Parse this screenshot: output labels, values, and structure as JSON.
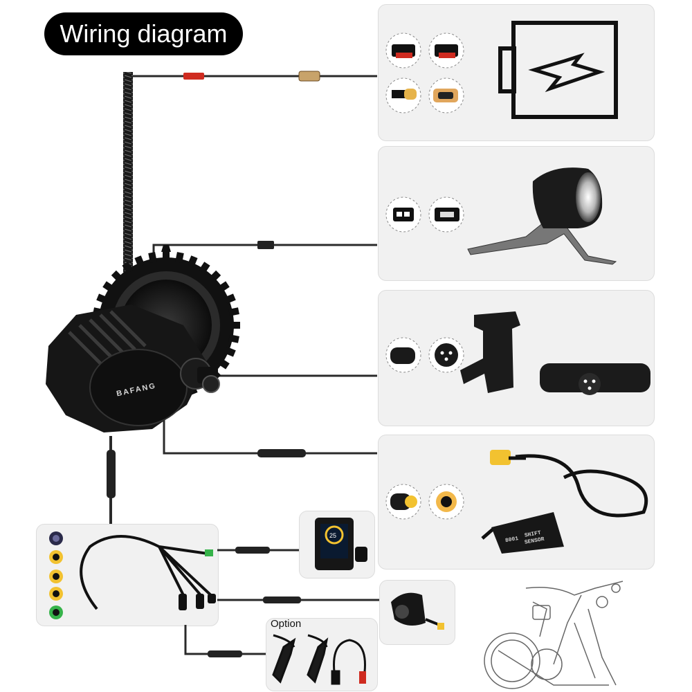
{
  "title": "Wiring diagram",
  "motor": {
    "brand": "BAFANG"
  },
  "shift_sensor": {
    "label_line1": "SHIFT",
    "label_line2": "SENSOR",
    "code": "8001"
  },
  "display": {
    "speed": "25"
  },
  "option_label": "Option",
  "components": [
    "battery-connectors",
    "headlight",
    "speed-sensor",
    "shift-sensor",
    "display",
    "throttle",
    "brake-levers",
    "bike-overview"
  ],
  "colors": {
    "panel": "#f1f1f1",
    "cable": "#2a2a2a",
    "red_connector": "#cf2b20",
    "yellow_connector": "#f2c230",
    "green_connector": "#36b34a"
  }
}
